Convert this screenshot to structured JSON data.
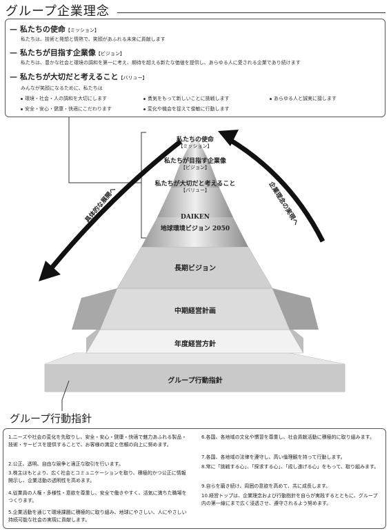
{
  "header": {
    "title": "グループ企業理念"
  },
  "philosophy": {
    "mission": {
      "head": "— 私たちの使命",
      "tag": "【ミッション】",
      "desc": "私たちは、技術と発想と情熱で、笑顔があふれる未来に貢献します"
    },
    "vision": {
      "head": "— 私たちが目指す企業像",
      "tag": "【ビジョン】",
      "desc": "私たちは、豊かな社会と環境の調和を第一に考え、期待を超える新たな価値を提供し、あらゆる人に愛される企業であり続けます"
    },
    "values": {
      "head": "— 私たちが大切だと考えること",
      "tag": "【バリュー】",
      "intro": "みんなが笑顔になるために、私たちは",
      "items": [
        "環境・社会・人の調和を大切にします",
        "勇気をもって新しいことに挑戦します",
        "あらゆる人と誠実に接します",
        "安全・安心・健康・快適にこだわります",
        "変化や機会を捉えて俊敏に行動します"
      ]
    }
  },
  "pyramid": {
    "mission": "私たちの使命",
    "mission_tag": "【ミッション】",
    "vision": "私たちが目指す企業像",
    "vision_tag": "【ビジョン】",
    "values": "私たちが大切だと考えること",
    "values_tag": "【バリュー】",
    "env_vision_1": "DAIKEN",
    "env_vision_2": "地球環境ビジョン 2050",
    "long_term": "長期ビジョン",
    "mid_term": "中期経営計画",
    "annual": "年度経営方針",
    "group_code": "グループ行動指針",
    "left_arrow": "具体的な展開へ",
    "right_arrow": "企業理念の実現へ"
  },
  "code_of_conduct": {
    "title": "グループ行動指針",
    "left_items": [
      "1.ニーズや社会の変化を先取りし、安全・安心・健康・快適で魅力あふれる製品・技術・サービスを提供することで、お客様の満足と信頼の向上に努めます。",
      "2.公正、透明、自由な競争と適正な取引を行います。",
      "3.株主はもとより、広く社会とコミュニケーションを取り、積極的かつ公正に情報開示し、企業活動の透明性を高めます。",
      "4.従業員の人権・多様性・意欲を尊重し、安全で働きやすく、活気に満ちた職場をつくります。",
      "5.企業活動を通じて環境課題に積極的に取り組み、地球にやさしい、人にやさしい持続可能な社会の実現に貢献します。"
    ],
    "right_items": [
      "6.各国、各地域の文化や慣習を尊重し、社会貢献活動に積極的に取り組みます。",
      "7.各国、各地域の法律を遵守し、高い倫理観を持って行動します。",
      "8.常に「挑戦する心」、「探求する心」、「成し遂げる心」をもって、取り組みます。",
      "9.自らを磨き続け、周囲の意欲を高めて、共に成長します。",
      "10.経営トップは、企業理念および行動指針を自らが実践するとともに、グループ内の第一線にまで広く浸透させ、遵守されるよう努めます。"
    ]
  }
}
